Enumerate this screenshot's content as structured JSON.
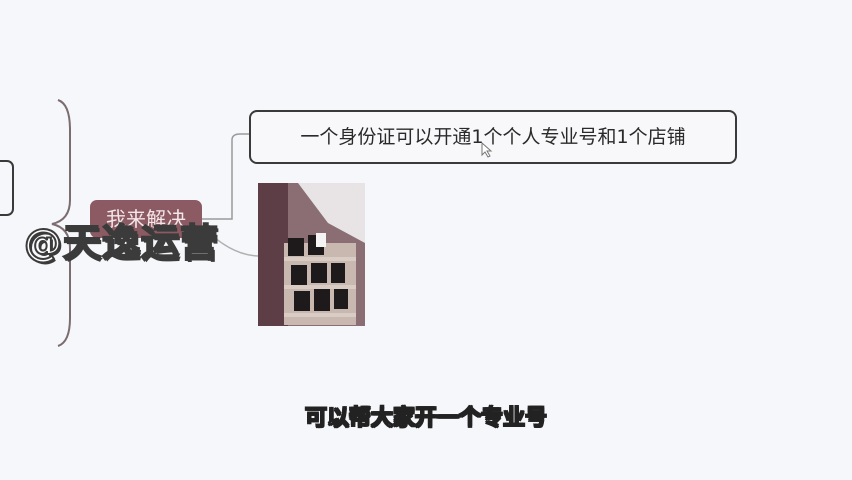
{
  "mindmap": {
    "branch_label": "我来解决",
    "child_text": "一个身份证可以开通1个个人专业号和1个店铺",
    "photo_icon": "phone-rack-photo"
  },
  "overlay": {
    "watermark": "@天逸运营",
    "subtitle": "可以帮大家开一个专业号"
  },
  "colors": {
    "background": "#f6f7fb",
    "branch_node": "#8b5a62",
    "border": "#3a3a3a",
    "connector": "#9a9a9a"
  }
}
